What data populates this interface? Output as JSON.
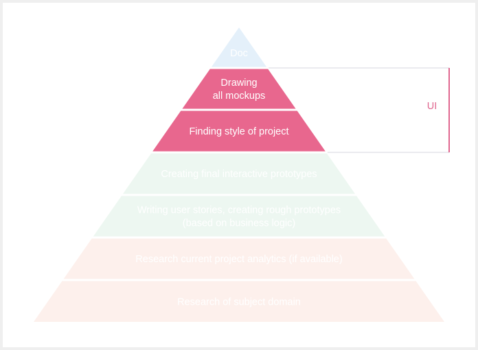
{
  "diagram": {
    "layers": [
      {
        "id": "doc",
        "lines": [
          "Doc"
        ],
        "fill": "#e4f0fa",
        "text_color": "#ffffff"
      },
      {
        "id": "drawing",
        "lines": [
          "Drawing",
          "all mockups"
        ],
        "fill": "#e8678e",
        "text_color": "#ffffff"
      },
      {
        "id": "style",
        "lines": [
          "Finding style of project"
        ],
        "fill": "#e8678e",
        "text_color": "#ffffff"
      },
      {
        "id": "prototypes",
        "lines": [
          "Creating final interactive prototypes"
        ],
        "fill": "#edf7f1",
        "text_color": "#ffffff"
      },
      {
        "id": "stories",
        "lines": [
          "Writing user stories, creating rough prototypes",
          "(based on business logic)"
        ],
        "fill": "#edf7f1",
        "text_color": "#ffffff"
      },
      {
        "id": "analytics",
        "lines": [
          "Research current project analytics (if available)"
        ],
        "fill": "#fdf0ec",
        "text_color": "#ffffff"
      },
      {
        "id": "domain",
        "lines": [
          "Research of subject domain"
        ],
        "fill": "#fdf0ec",
        "text_color": "#ffffff"
      }
    ],
    "bracket": {
      "label": "UI",
      "color": "#e0668f",
      "line_color": "#e3e3ea",
      "spans": [
        "drawing",
        "style"
      ]
    }
  }
}
